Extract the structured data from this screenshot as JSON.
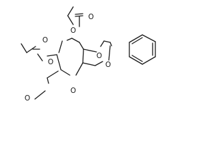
{
  "molecule": {
    "atom_labels": {
      "o_acetyl_top_carbonyl": "O",
      "o_acetyl_top_ester": "O",
      "o_acetyl_left_carbonyl": "O",
      "o_acetyl_left_ester": "O",
      "o_ring_pyranose": "O",
      "o_ring_acetal_upper": "O",
      "o_ring_acetal_lower": "O",
      "o_methoxy": "O"
    }
  }
}
